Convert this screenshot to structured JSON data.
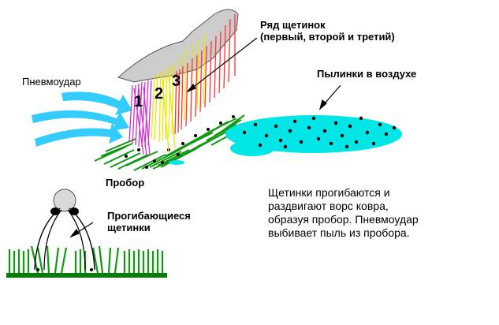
{
  "labels": {
    "air_blast": "Пневмоудар",
    "bristle_row_line1": "Ряд щетинок",
    "bristle_row_line2": "(первый, второй и третий)",
    "dust_in_air": "Пылинки в воздухе",
    "parting": "Пробор",
    "bending_bristles_line1": "Прогибающиеся",
    "bending_bristles_line2": "щетинки",
    "row_numbers": [
      "1",
      "2",
      "3"
    ]
  },
  "description": {
    "line1": "Щетинки прогибаются и",
    "line2": "раздвигают ворс ковра,",
    "line3": "образуя пробор. Пневмоудар",
    "line4": "выбивает пыль из пробора."
  },
  "colors": {
    "air_arrows": "#33ccff",
    "dust_cloud": "#00e5e5",
    "dust_particles": "#000000",
    "carpet_pile": "#119911",
    "carpet_base": "#0a7a0a",
    "bristle_row_1": "#cc33cc",
    "bristle_row_2": "#e8e800",
    "bristle_row_3": "#ff3333",
    "brush_body": "#cccccc"
  }
}
